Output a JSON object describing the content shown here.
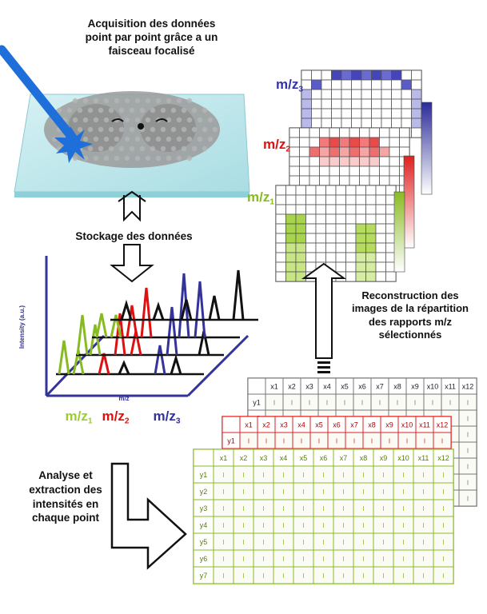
{
  "captions": {
    "acquisition": [
      "Acquisition des données",
      "point par point grâce a un",
      "faisceau focalisé"
    ],
    "storage": "Stockage des données",
    "reconstruction": [
      "Reconstruction des",
      "images de la répartition",
      "des rapports m/z",
      "sélectionnés"
    ],
    "analysis": [
      "Analyse et",
      "extraction des",
      "intensités en",
      "chaque point"
    ]
  },
  "spectrum": {
    "y_axis_label": "Intensity (a.u.)",
    "x_axis_label": "m/z",
    "peaks": [
      {
        "base": "m/z",
        "sub": "1",
        "color": "#9acd32"
      },
      {
        "base": "m/z",
        "sub": "2",
        "color": "#dd1111"
      },
      {
        "base": "m/z",
        "sub": "3",
        "color": "#333399"
      }
    ]
  },
  "image_stack": [
    {
      "base": "m/z",
      "sub": "3",
      "color": "#3333aa"
    },
    {
      "base": "m/z",
      "sub": "2",
      "color": "#dd1111"
    },
    {
      "base": "m/z",
      "sub": "1",
      "color": "#88bb22"
    }
  ],
  "data_tables": {
    "columns": [
      "x1",
      "x2",
      "x3",
      "x4",
      "x5",
      "x6",
      "x7",
      "x8",
      "x9",
      "x10",
      "x11",
      "x12"
    ],
    "rows": [
      "y1",
      "y2",
      "y3",
      "y4",
      "y5",
      "y6",
      "y7"
    ],
    "cell_symbol": "I"
  },
  "colors": {
    "blue_accent": "#3333aa",
    "red_accent": "#dd1111",
    "green_accent": "#88bb22",
    "laser": "#1e6fd9",
    "table_green_grid": "#88bb22",
    "table_red_grid": "#dd2222",
    "table_gray_grid": "#777777"
  }
}
